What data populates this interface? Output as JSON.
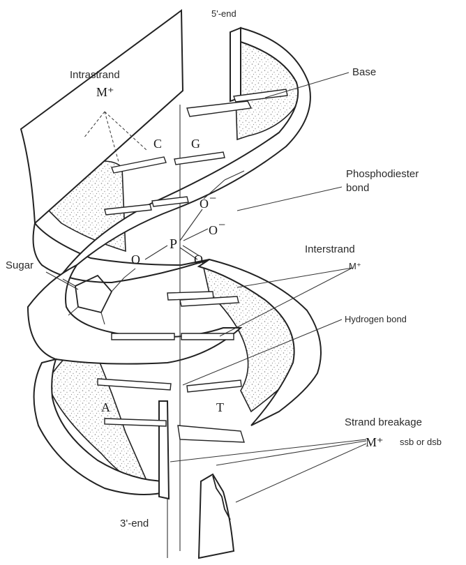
{
  "diagram": {
    "labels": {
      "five_end": "5'-end",
      "three_end": "3'-end",
      "base": "Base",
      "intrastrand": "Intrastrand",
      "intrastrand_m": "M⁺",
      "phosphodiester_1": "Phosphodiester",
      "phosphodiester_2": "bond",
      "interstrand": "Interstrand",
      "interstrand_m": "M⁺",
      "sugar": "Sugar",
      "hydrogen_bond": "Hydrogen bond",
      "strand_breakage": "Strand breakage",
      "breakage_m": "M⁺",
      "ssb_dsb": "ssb or dsb"
    },
    "bases": {
      "c": "C",
      "g": "G",
      "a": "A",
      "t": "T"
    },
    "phosphate": {
      "p": "P",
      "o_top": "O",
      "o_minus_top": "O",
      "o_minus_right": "O",
      "o_left": "O",
      "o_bottom": "O",
      "minus_sign": "−"
    },
    "colors": {
      "line": "#222222",
      "stipple": "#9a9a9a",
      "background": "#ffffff"
    }
  }
}
